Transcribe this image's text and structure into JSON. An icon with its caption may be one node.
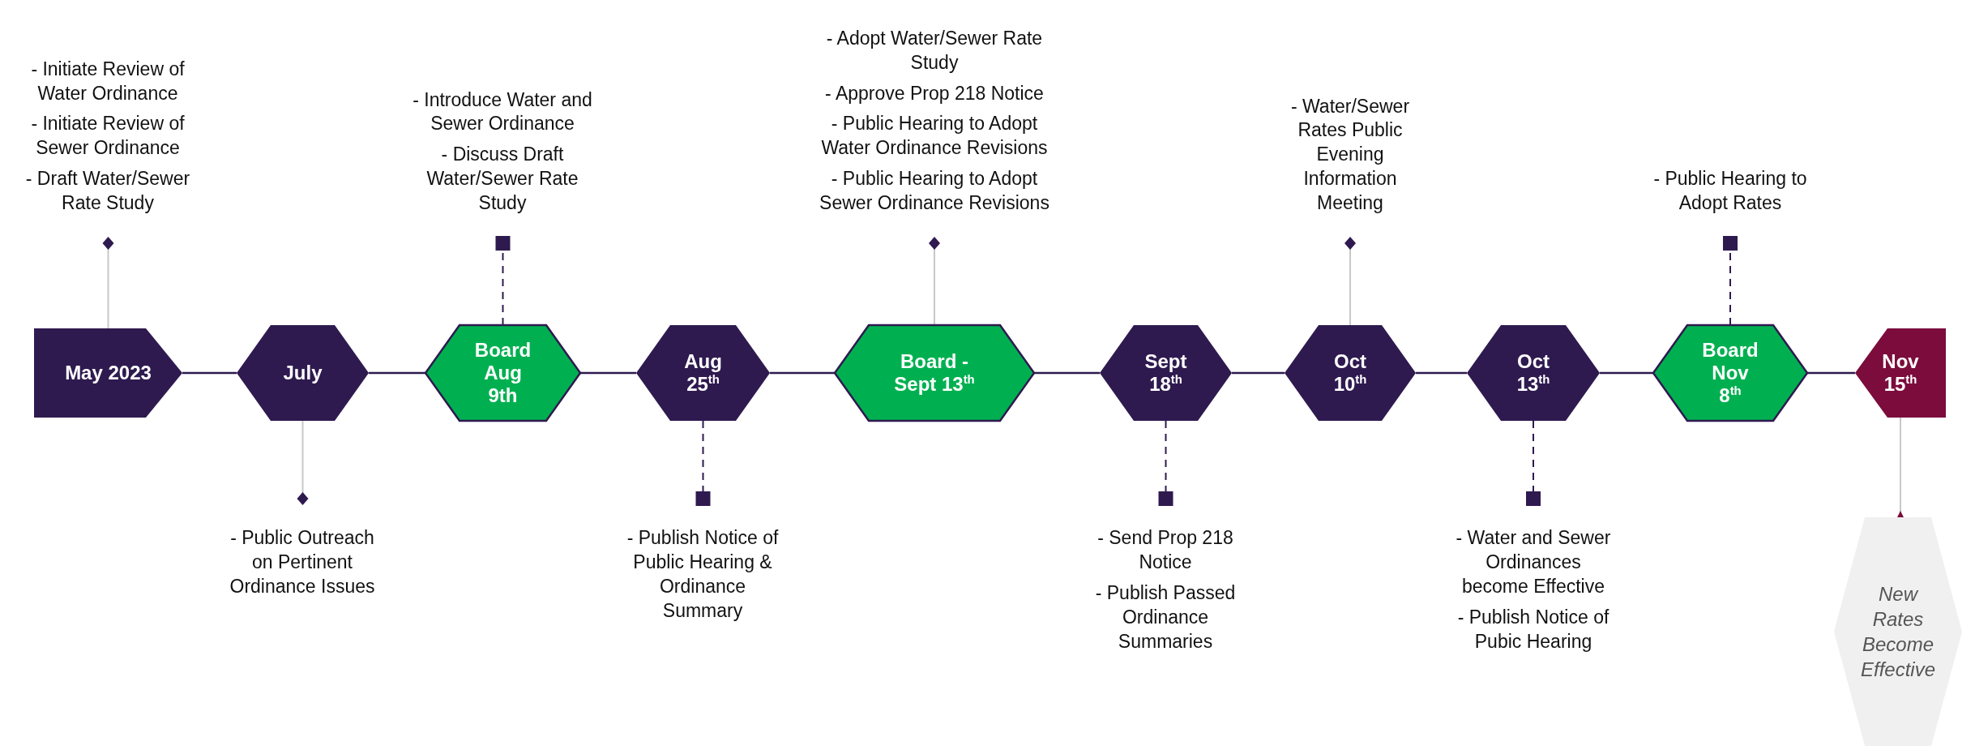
{
  "diagram": {
    "nodes": [
      {
        "text": [
          "May 2023"
        ]
      },
      {
        "text": [
          "July"
        ]
      },
      {
        "text": [
          "Board Aug 9th"
        ]
      },
      {
        "text": [
          "Aug 25$^{th}$"
        ]
      },
      {
        "text": [
          "Board - Sept 13$^{th}$"
        ]
      },
      {
        "text": [
          "Sept 18$^{th}$"
        ]
      },
      {
        "text": [
          "Oct 10$^{th}$"
        ]
      },
      {
        "text": [
          "Oct 13$^{th}$"
        ]
      },
      {
        "text": [
          "Board Nov 8$^{th}$"
        ]
      },
      {
        "text": [
          "Nov 15$^{th}$"
        ]
      },
      {
        "text": [
          "- Initiate Review of Water Ordinance",
          "- Initiate Review of Sewer Ordinance",
          "- Draft Water/Sewer Rate Study"
        ]
      },
      {
        "text": [
          "- Introduce Water and Sewer Ordinance",
          "- Discuss Draft Water/Sewer Rate Study"
        ]
      },
      {
        "text": [
          "- Adopt Water/Sewer Rate Study",
          "- Approve Prop 218 Notice",
          "- Public Hearing to Adopt Water Ordinance Revisions",
          "- Public Hearing to Adopt Sewer Ordinance Revisions"
        ]
      },
      {
        "text": [
          "- Water/Sewer Rates Public Evening Information Meeting"
        ]
      },
      {
        "text": [
          "- Public Hearing to Adopt Rates"
        ]
      },
      {
        "text": [
          "- Public Outreach on Pertinent Ordinance Issues"
        ]
      },
      {
        "text": [
          "- Publish Notice of Public Hearing & Ordinance Summary"
        ]
      },
      {
        "text": [
          "- Send Prop 218 Notice",
          "- Publish Passed Ordinance Summaries"
        ]
      },
      {
        "text": [
          "- Water and Sewer Ordinances become Effective",
          "- Publish Notice of Pubic Hearing"
        ]
      },
      {
        "text": [
          "New Rates Become Effective"
        ]
      }
    ],
    "edges": [
      {
        "from": 0,
        "to": 1,
        "arrow": "none"
      },
      {
        "from": 1,
        "to": 2,
        "arrow": "none"
      },
      {
        "from": 2,
        "to": 3,
        "arrow": "none"
      },
      {
        "from": 3,
        "to": 4,
        "arrow": "none"
      },
      {
        "from": 4,
        "to": 5,
        "arrow": "none"
      },
      {
        "from": 5,
        "to": 6,
        "arrow": "none"
      },
      {
        "from": 6,
        "to": 7,
        "arrow": "none"
      },
      {
        "from": 7,
        "to": 8,
        "arrow": "none"
      },
      {
        "from": 8,
        "to": 9,
        "arrow": "none"
      },
      {
        "from": 0,
        "to": 10,
        "arrow": "other",
        "color": "#c8c8c8"
      },
      {
        "from": 2,
        "to": 11,
        "arrow": "other",
        "style": "dashed"
      },
      {
        "from": 4,
        "to": 12,
        "arrow": "other",
        "color": "#c8c8c8"
      },
      {
        "from": 6,
        "to": 13,
        "arrow": "other",
        "color": "#c8c8c8"
      },
      {
        "from": 8,
        "to": 14,
        "arrow": "other",
        "style": "dashed"
      },
      {
        "from": 1,
        "to": 15,
        "arrow": "other",
        "color": "#c8c8c8"
      },
      {
        "from": 3,
        "to": 16,
        "arrow": "other",
        "style": "dashed"
      },
      {
        "from": 5,
        "to": 17,
        "arrow": "other",
        "style": "dashed"
      },
      {
        "from": 7,
        "to": 18,
        "arrow": "other",
        "style": "dashed"
      },
      {
        "from": 9,
        "to": 19,
        "arrow": "other",
        "color": "#c8c8c8"
      }
    ]
  }
}
